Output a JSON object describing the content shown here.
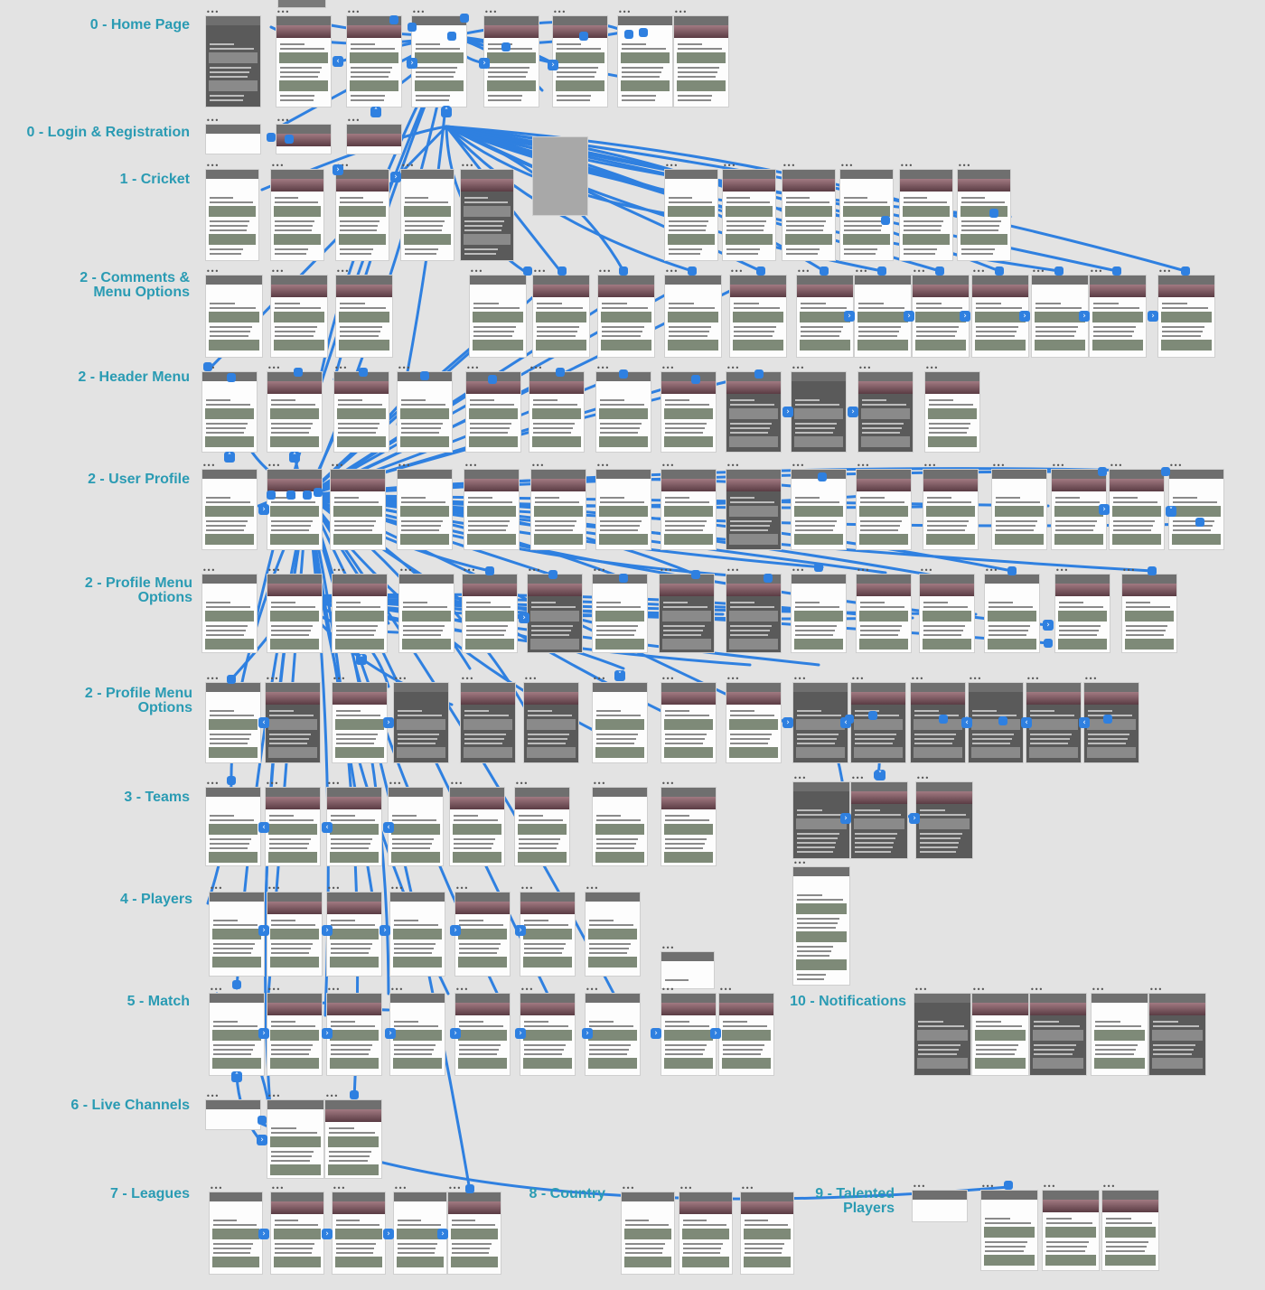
{
  "canvas": {
    "background": "#e3e3e3",
    "accent_link_color": "#2f80e0",
    "label_color": "#2a9bb3"
  },
  "sections": [
    {
      "id": "home",
      "label": "0 - Home Page"
    },
    {
      "id": "login",
      "label": "0 - Login & Registration"
    },
    {
      "id": "cricket",
      "label": "1 - Cricket"
    },
    {
      "id": "comments",
      "label": "2 - Comments &\nMenu Options"
    },
    {
      "id": "header_menu",
      "label": "2 - Header Menu"
    },
    {
      "id": "user_profile",
      "label": "2 - User Profile"
    },
    {
      "id": "profile_menu_1",
      "label": "2 - Profile Menu\nOptions"
    },
    {
      "id": "profile_menu_2",
      "label": "2 - Profile Menu\nOptions"
    },
    {
      "id": "teams",
      "label": "3 - Teams"
    },
    {
      "id": "players",
      "label": "4 - Players"
    },
    {
      "id": "match",
      "label": "5 - Match"
    },
    {
      "id": "notifications",
      "label": "10 - Notifications"
    },
    {
      "id": "live_channels",
      "label": "6 - Live Channels"
    },
    {
      "id": "leagues",
      "label": "7 - Leagues"
    },
    {
      "id": "country",
      "label": "8 - Country"
    },
    {
      "id": "talented",
      "label": "9 - Talented\nPlayers"
    }
  ],
  "artboard_menu_glyph": "•••",
  "arrow_glyphs": {
    "right": "›",
    "left": "‹",
    "up": "˄",
    "down": "˅"
  }
}
